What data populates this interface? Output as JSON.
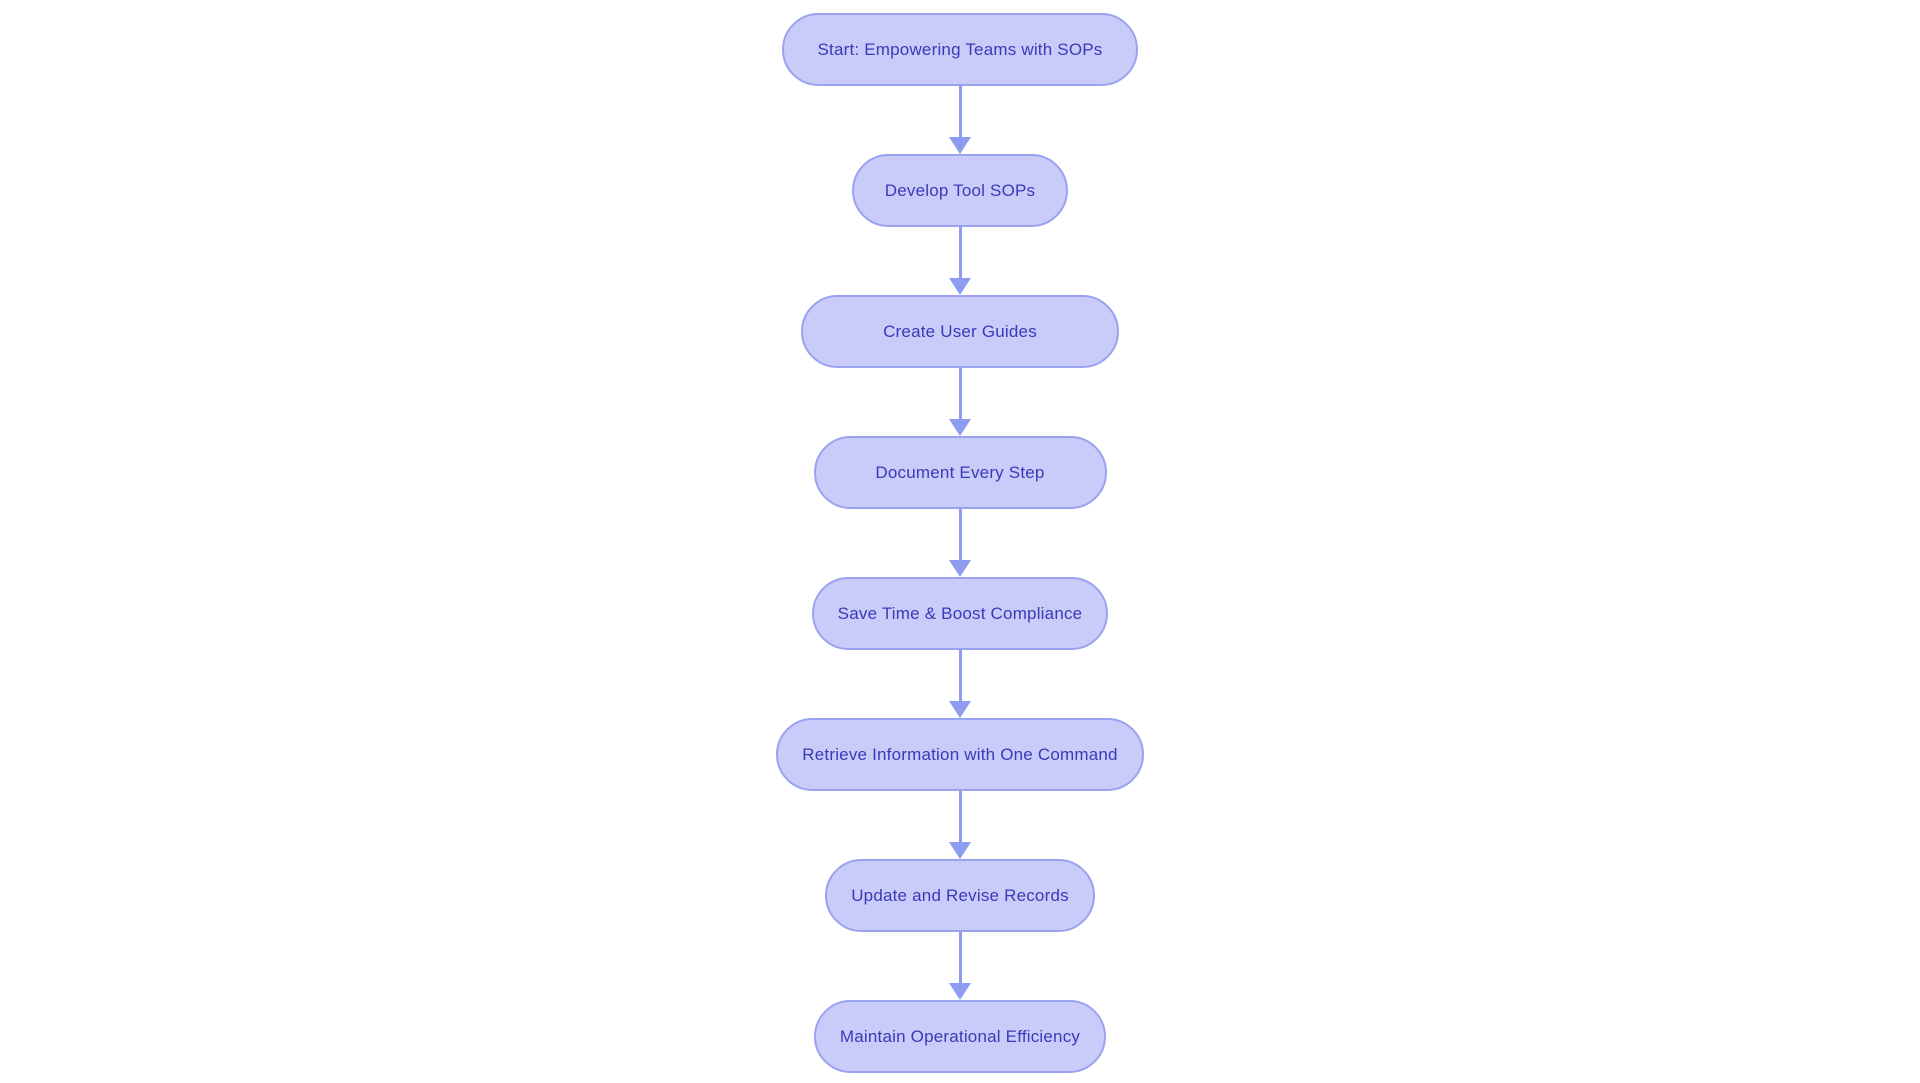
{
  "diagram": {
    "type": "flowchart",
    "direction": "top-down",
    "nodes": [
      {
        "id": 0,
        "label": "Start: Empowering Teams with SOPs"
      },
      {
        "id": 1,
        "label": "Develop Tool SOPs"
      },
      {
        "id": 2,
        "label": "Create User Guides"
      },
      {
        "id": 3,
        "label": "Document Every Step"
      },
      {
        "id": 4,
        "label": "Save Time & Boost Compliance"
      },
      {
        "id": 5,
        "label": "Retrieve Information with One Command"
      },
      {
        "id": 6,
        "label": "Update and Revise Records"
      },
      {
        "id": 7,
        "label": "Maintain Operational Efficiency"
      }
    ],
    "edges": [
      {
        "from": 0,
        "to": 1
      },
      {
        "from": 1,
        "to": 2
      },
      {
        "from": 2,
        "to": 3
      },
      {
        "from": 3,
        "to": 4
      },
      {
        "from": 4,
        "to": 5
      },
      {
        "from": 5,
        "to": 6
      },
      {
        "from": 6,
        "to": 7
      }
    ],
    "colors": {
      "background": "#ffffff",
      "node_fill": "#c9ccf8",
      "node_border": "#9aa2f0",
      "node_text": "#3a3ab8",
      "arrow": "#8d9cf1"
    }
  }
}
